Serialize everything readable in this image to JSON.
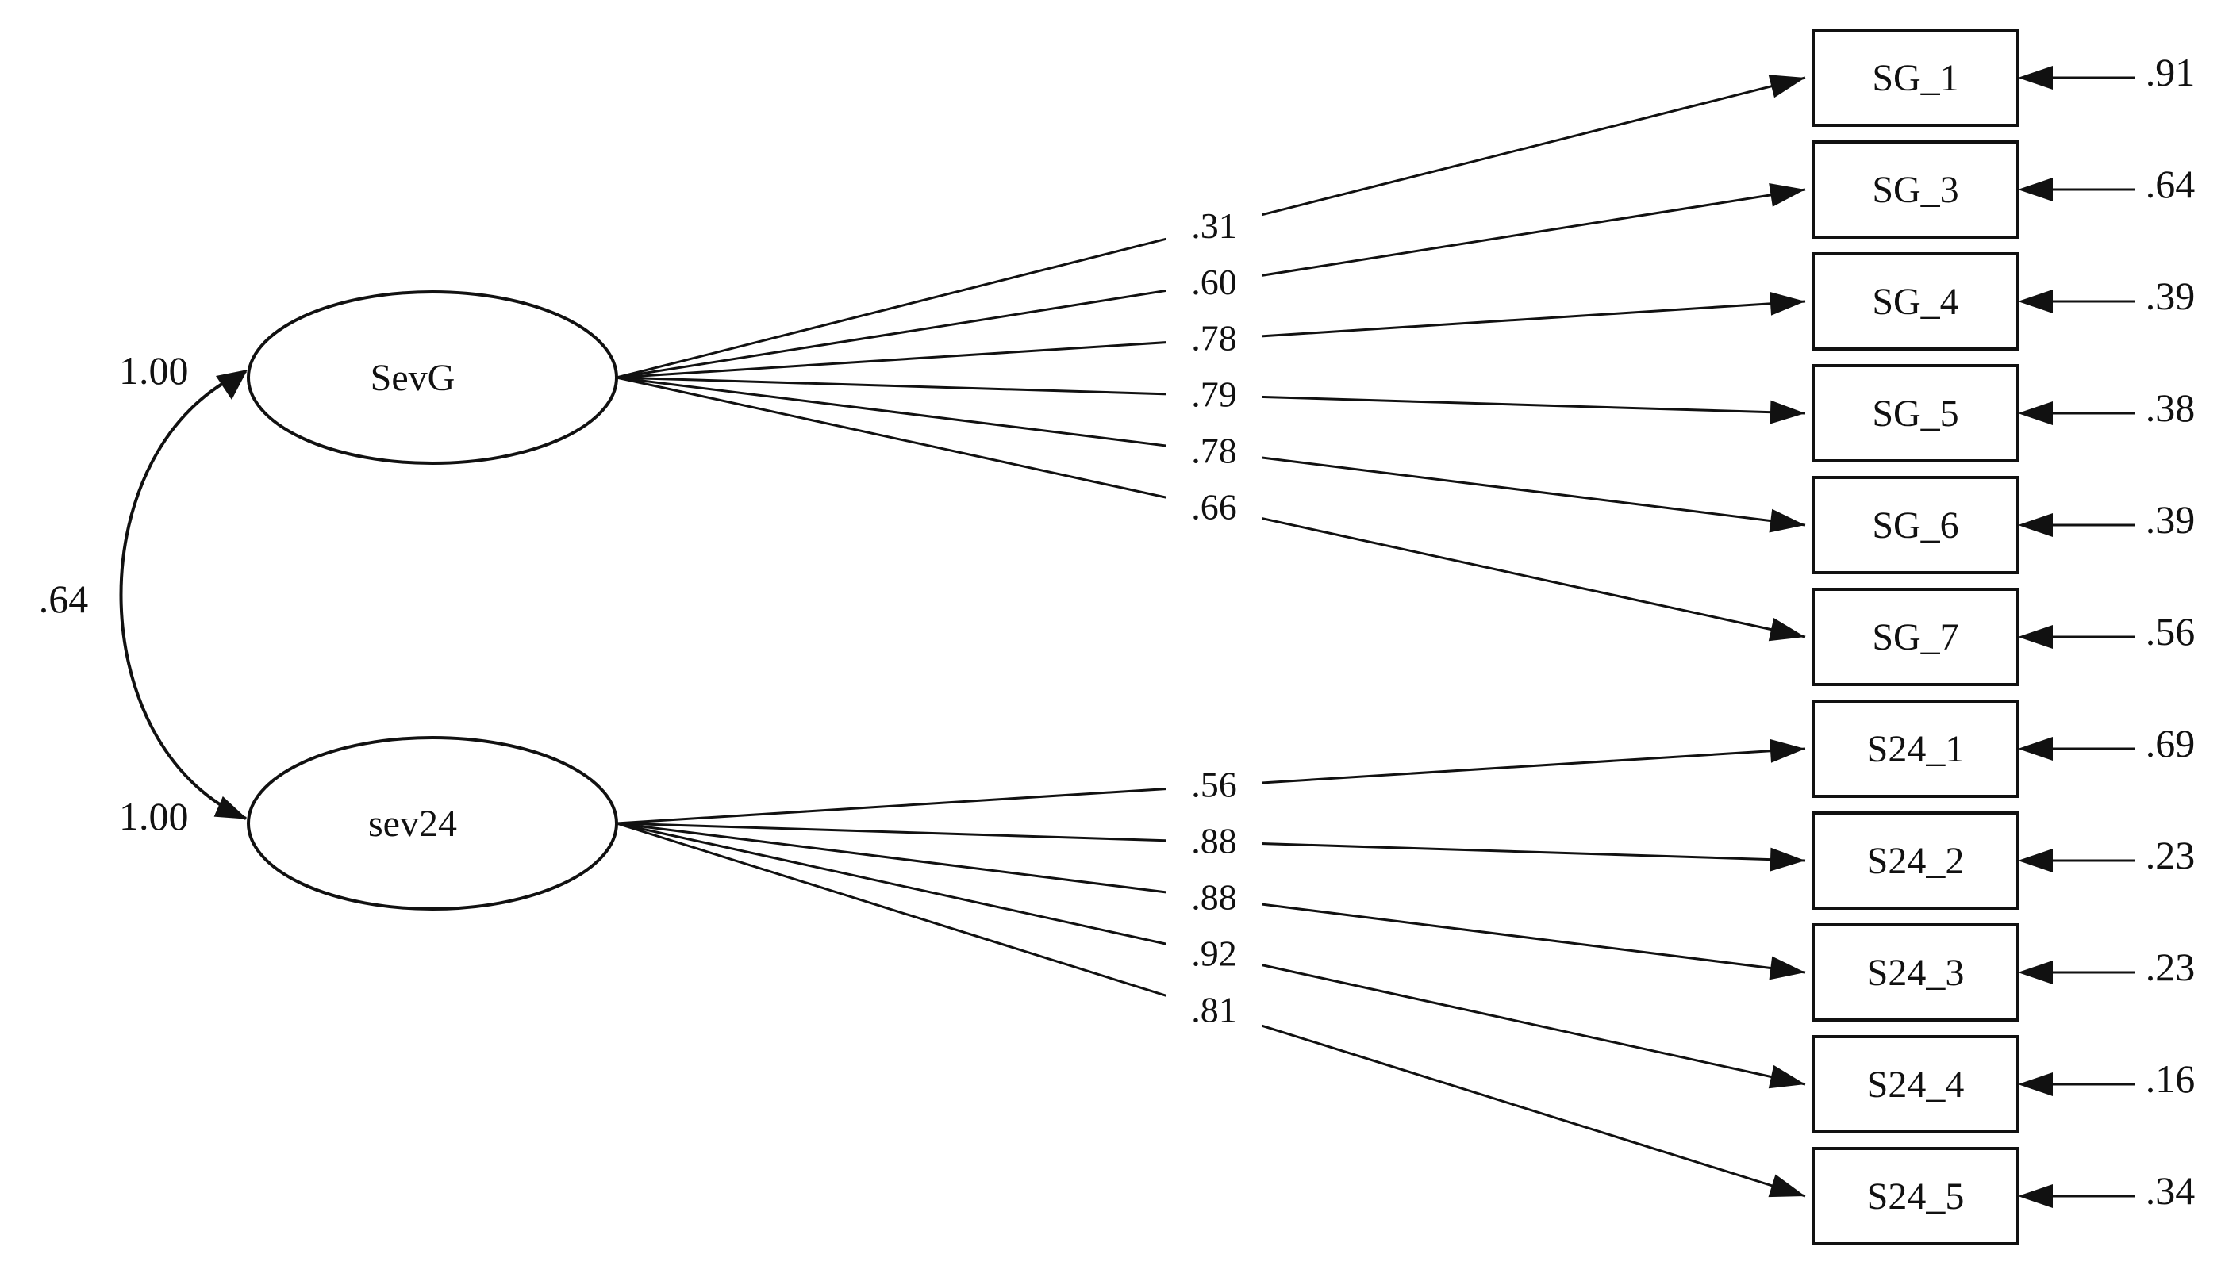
{
  "latent_factors": [
    {
      "id": "sevg",
      "label": "SevG",
      "variance": "1.00"
    },
    {
      "id": "sev24",
      "label": "sev24",
      "variance": "1.00"
    }
  ],
  "factor_correlation": ".64",
  "indicators": [
    {
      "factor": "sevg",
      "label": "SG_1",
      "loading": ".31",
      "error": ".91"
    },
    {
      "factor": "sevg",
      "label": "SG_3",
      "loading": ".60",
      "error": ".64"
    },
    {
      "factor": "sevg",
      "label": "SG_4",
      "loading": ".78",
      "error": ".39"
    },
    {
      "factor": "sevg",
      "label": "SG_5",
      "loading": ".79",
      "error": ".38"
    },
    {
      "factor": "sevg",
      "label": "SG_6",
      "loading": ".78",
      "error": ".39"
    },
    {
      "factor": "sevg",
      "label": "SG_7",
      "loading": ".66",
      "error": ".56"
    },
    {
      "factor": "sev24",
      "label": "S24_1",
      "loading": ".56",
      "error": ".69"
    },
    {
      "factor": "sev24",
      "label": "S24_2",
      "loading": ".88",
      "error": ".23"
    },
    {
      "factor": "sev24",
      "label": "S24_3",
      "loading": ".88",
      "error": ".23"
    },
    {
      "factor": "sev24",
      "label": "S24_4",
      "loading": ".92",
      "error": ".16"
    },
    {
      "factor": "sev24",
      "label": "S24_5",
      "loading": ".81",
      "error": ".34"
    }
  ],
  "colors": {
    "line": "#111111",
    "background": "#ffffff"
  }
}
